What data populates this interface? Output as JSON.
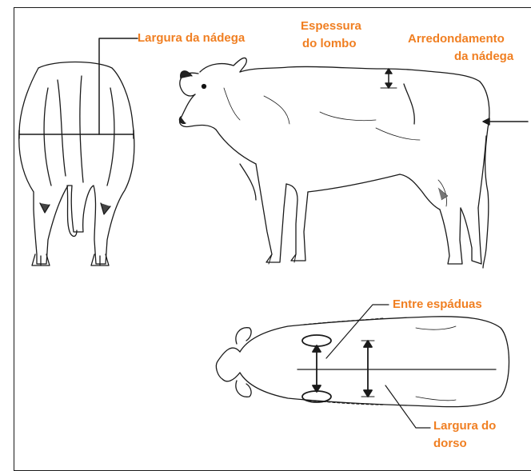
{
  "colors": {
    "label": "#f07f22",
    "line": "#1a1a1a",
    "background": "#ffffff"
  },
  "labels": {
    "largura_nadega": "Largura da nádega",
    "espessura_lombo_1": "Espessura",
    "espessura_lombo_2": "do lombo",
    "arredondamento_1": "Arredondamento",
    "arredondamento_2": "da nádega",
    "entre_espaduas": "Entre espáduas",
    "largura_dorso_1": "Largura do",
    "largura_dorso_2": "dorso"
  }
}
